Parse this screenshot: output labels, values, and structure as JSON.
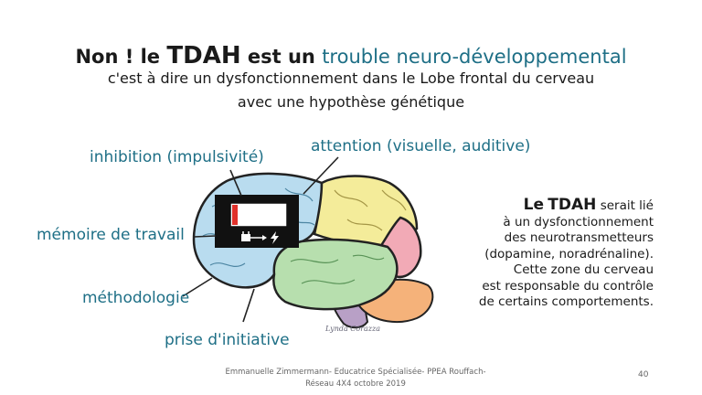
{
  "title": {
    "line1_non": "Non !",
    "line1_le": "le",
    "line1_tdah": "TDAH",
    "line1_est": "est un",
    "line1_teal": "trouble neuro-développemental",
    "line2": "c'est à dire un dysfonctionnement dans le Lobe frontal du cerveau",
    "line3": "avec une hypothèse génétique"
  },
  "labels": {
    "inhibition": "inhibition (impulsivité)",
    "attention": "attention (visuelle, auditive)",
    "memoire": "mémoire de travail",
    "methodologie": "méthodologie",
    "prise": "prise d'initiative"
  },
  "right_text": {
    "le": "Le",
    "tdah": "TDAH",
    "rest1": "serait lié",
    "l2": "à un dysfonctionnement",
    "l3": "des neurotransmetteurs",
    "l4": "(dopamine, noradrénaline).",
    "l5": "Cette zone du cerveau",
    "l6": "est responsable du contrôle",
    "l7": "de certains comportements."
  },
  "signature": "Lynda Corazza",
  "footer": {
    "line1": "Emmanuelle Zimmermann- Educatrice Spécialisée- PPEA Rouffach-",
    "line2": "Réseau 4X4 octobre 2019"
  },
  "page_number": "40",
  "colors": {
    "teal_text": "#1e6f86",
    "frontal_lobe": "#b9dcef",
    "parietal_lobe": "#f4ec9a",
    "occipital_lobe": "#f2aab6",
    "temporal_lobe": "#b7dfae",
    "cerebellum": "#f5b27a",
    "brainstem": "#b8a0c6",
    "battery_red": "#e0312b"
  },
  "icons": [
    "battery-low-icon",
    "plug-icon",
    "lightning-icon"
  ]
}
